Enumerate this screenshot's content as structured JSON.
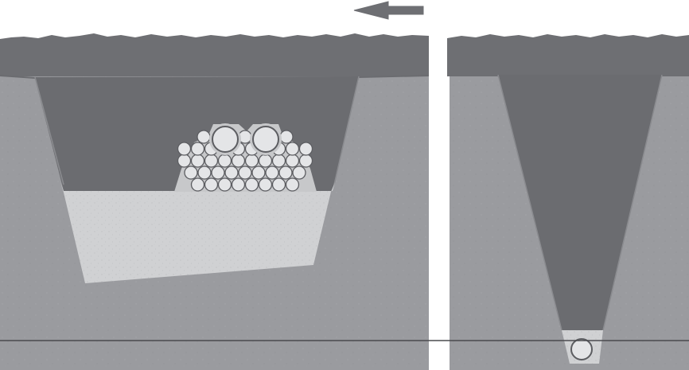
{
  "diagram": {
    "colors": {
      "background": "#ffffff",
      "native_soil": "#9a9b9f",
      "topsoil": "#6e6f73",
      "trench_backfill": "#6b6c70",
      "bedding": "#d0d1d3",
      "conduit_casing": "#c7c8ca",
      "conduit_outline": "#5c5d61",
      "conduit_fill": "#e4e5e7",
      "arrow": "#6e6f73",
      "reference_line": "#4a4b4f",
      "gap": "#ffffff"
    },
    "icons": {
      "direction_arrow": "arrow-left-icon"
    },
    "panels": [
      {
        "id": "wide-trench",
        "large_conduits": 2,
        "small_conduit_rows": [
          8,
          9,
          10,
          10
        ],
        "small_conduit_top_row": 2
      },
      {
        "id": "narrow-trench",
        "conduits": 1
      }
    ]
  }
}
